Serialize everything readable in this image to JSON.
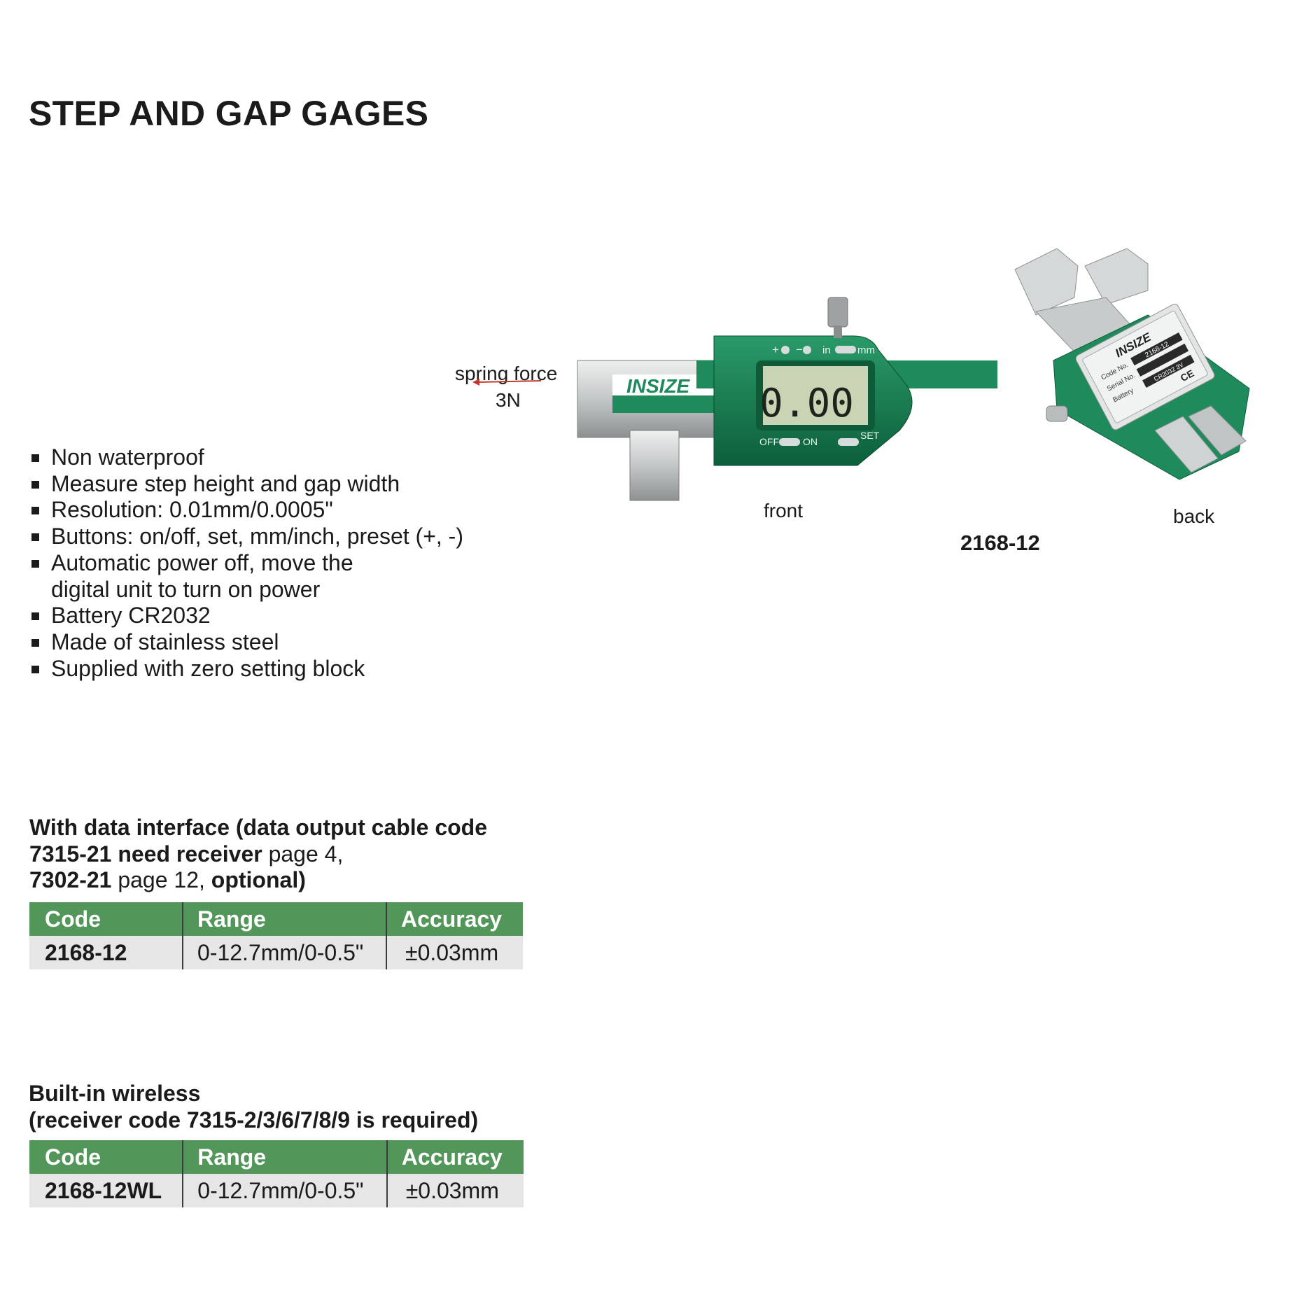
{
  "page": {
    "title": "STEP AND GAP GAGES"
  },
  "features": [
    "Non waterproof",
    "Measure step height and gap width",
    "Resolution: 0.01mm/0.0005\"",
    "Buttons: on/off, set, mm/inch, preset (+, -)",
    "Automatic power off, move the digital unit to turn on power",
    "Battery CR2032",
    "Made of stainless steel",
    "Supplied with zero setting block"
  ],
  "product_image": {
    "spring_label": "spring force",
    "force_value": "3N",
    "front_label": "front",
    "back_label": "back",
    "model": "2168-12",
    "display": {
      "reading": "0.00",
      "logo": "INSIZE",
      "btn_plus": "+",
      "btn_minus": "−",
      "unit_in": "in",
      "unit_mm": "mm",
      "off": "OFF",
      "on": "ON",
      "set": "SET"
    },
    "back_plate": {
      "logo": "INSIZE",
      "code_no": "Code No.",
      "code_value": "2168-12",
      "serial_no": "Serial No.",
      "battery": "Battery",
      "battery_value": "CR2032 3V",
      "ce": "CE"
    },
    "colors": {
      "body_green": "#1f8a5c",
      "dark_green": "#0f6b43",
      "steel": "#c9cbcb",
      "lcd": "#c9d4b4"
    }
  },
  "section_data_interface": {
    "caption": {
      "p1": "With data interface (data output cable code",
      "p2": "7315-21 need receiver",
      "p3": " page 4,",
      "p4": "7302-21",
      "p5": " page 12, ",
      "p6": "optional)"
    },
    "headers": [
      "Code",
      "Range",
      "Accuracy"
    ],
    "rows": [
      {
        "code": "2168-12",
        "range": "0-12.7mm/0-0.5\"",
        "accuracy": "±0.03mm"
      }
    ]
  },
  "section_wireless": {
    "caption_line1": "Built-in wireless",
    "caption_line2": "(receiver code 7315-2/3/6/7/8/9 is required)",
    "headers": [
      "Code",
      "Range",
      "Accuracy"
    ],
    "rows": [
      {
        "code": "2168-12WL",
        "range": "0-12.7mm/0-0.5\"",
        "accuracy": "±0.03mm"
      }
    ]
  }
}
